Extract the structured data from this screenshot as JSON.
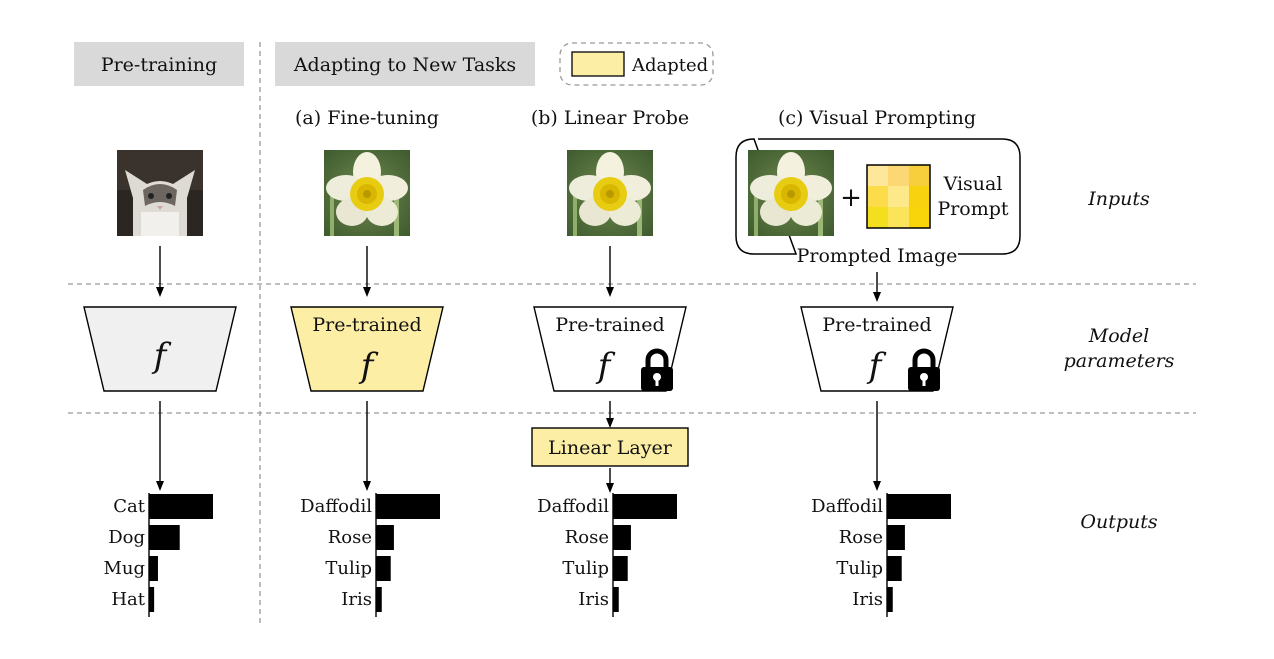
{
  "header": {
    "pretraining_label": "Pre-training",
    "adapting_label": "Adapting to New Tasks",
    "legend_label": "Adapted"
  },
  "columns": {
    "finetuning_title": "(a) Fine-tuning",
    "linear_probe_title": "(b) Linear Probe",
    "visual_prompting_title": "(c) Visual Prompting"
  },
  "rows": {
    "inputs": "Inputs",
    "model_parameters_line1": "Model",
    "model_parameters_line2": "parameters",
    "outputs": "Outputs"
  },
  "model": {
    "pretrained_label": "Pre-trained",
    "symbol": "f"
  },
  "visual_prompt": {
    "line1": "Visual",
    "line2": "Prompt",
    "plus": "+",
    "prompted_image_label": "Prompted Image"
  },
  "linear_layer_label": "Linear Layer",
  "colors": {
    "adapted_fill": "#fdeea6",
    "frozen_fill": "#ffffff",
    "pretrain_fill": "#f0f0f0",
    "header_bg": "#d9d9d9",
    "bar": "#000000"
  },
  "icons": {
    "lock": "lock-icon",
    "cat_image": "cat-photo",
    "flower_image": "daffodil-photo"
  },
  "chart_data": [
    {
      "type": "bar",
      "orientation": "horizontal",
      "categories": [
        "Cat",
        "Dog",
        "Mug",
        "Hat"
      ],
      "values": [
        1.0,
        0.48,
        0.14,
        0.08
      ]
    },
    {
      "type": "bar",
      "orientation": "horizontal",
      "categories": [
        "Daffodil",
        "Rose",
        "Tulip",
        "Iris"
      ],
      "values": [
        1.0,
        0.28,
        0.23,
        0.09
      ]
    },
    {
      "type": "bar",
      "orientation": "horizontal",
      "categories": [
        "Daffodil",
        "Rose",
        "Tulip",
        "Iris"
      ],
      "values": [
        1.0,
        0.28,
        0.23,
        0.09
      ]
    },
    {
      "type": "bar",
      "orientation": "horizontal",
      "categories": [
        "Daffodil",
        "Rose",
        "Tulip",
        "Iris"
      ],
      "values": [
        1.0,
        0.28,
        0.23,
        0.09
      ]
    }
  ]
}
